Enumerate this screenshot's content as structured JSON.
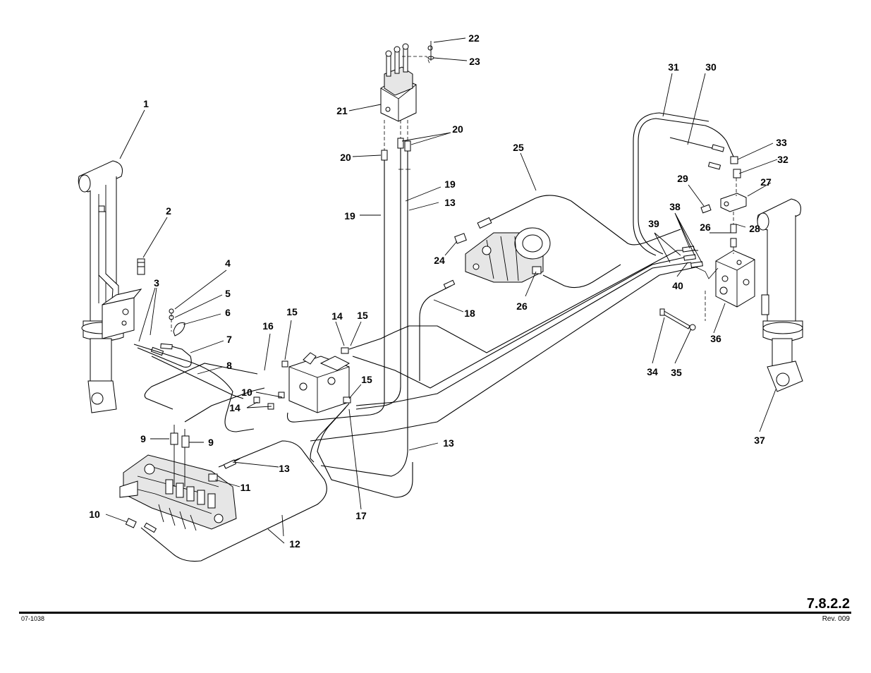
{
  "callouts": [
    "1",
    "2",
    "3",
    "4",
    "5",
    "6",
    "7",
    "8",
    "9",
    "9",
    "10",
    "10",
    "11",
    "12",
    "13",
    "13",
    "13",
    "14",
    "14",
    "15",
    "15",
    "15",
    "16",
    "17",
    "18",
    "19",
    "19",
    "20",
    "20",
    "21",
    "22",
    "23",
    "24",
    "25",
    "26",
    "26",
    "27",
    "28",
    "29",
    "30",
    "31",
    "32",
    "33",
    "34",
    "35",
    "36",
    "37",
    "38",
    "39",
    "40"
  ],
  "footer": {
    "page_number": "7.8.2.2",
    "revision": "Rev. 009",
    "document_number": "07-1038"
  }
}
